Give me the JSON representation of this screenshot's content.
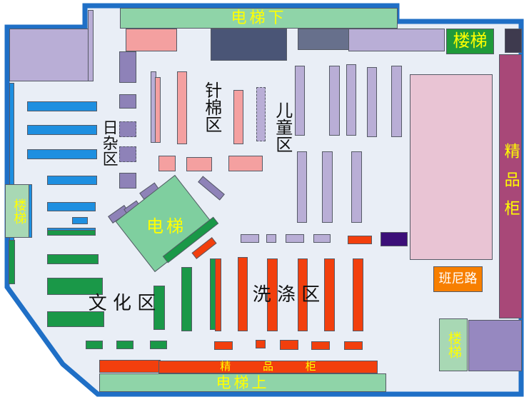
{
  "labels": {
    "elevator_down": "电梯下",
    "elevator_up": "电梯上",
    "elevator_center": "电梯",
    "stairs_top_right": "楼梯",
    "stairs_left": "楼梯",
    "stairs_bottom_right": "楼梯",
    "boutique_right": "精品柜",
    "boutique_bottom": "精 品 柜",
    "zone_daily": "日杂区",
    "zone_knit": "针棉区",
    "zone_kids": "儿童区",
    "zone_culture": "文 化 区",
    "zone_laundry": "洗 涤 区",
    "shop_banilu": "班尼路"
  },
  "colors": {
    "floor": "#e9eef6",
    "wall": "#1f6fc6",
    "elevator": "#7fcf9f",
    "pink": "#f4a0a0",
    "lavender": "#b9aed6",
    "purple_dark": "#8e82b8",
    "blue_shelf": "#1e8fe0",
    "green_shelf": "#1a9848",
    "orange_shelf": "#f23f0d",
    "navy": "#4a5576",
    "maroon": "#a84878",
    "dark_violet": "#3b0f78",
    "stairs_green": "#1f9a3a"
  }
}
